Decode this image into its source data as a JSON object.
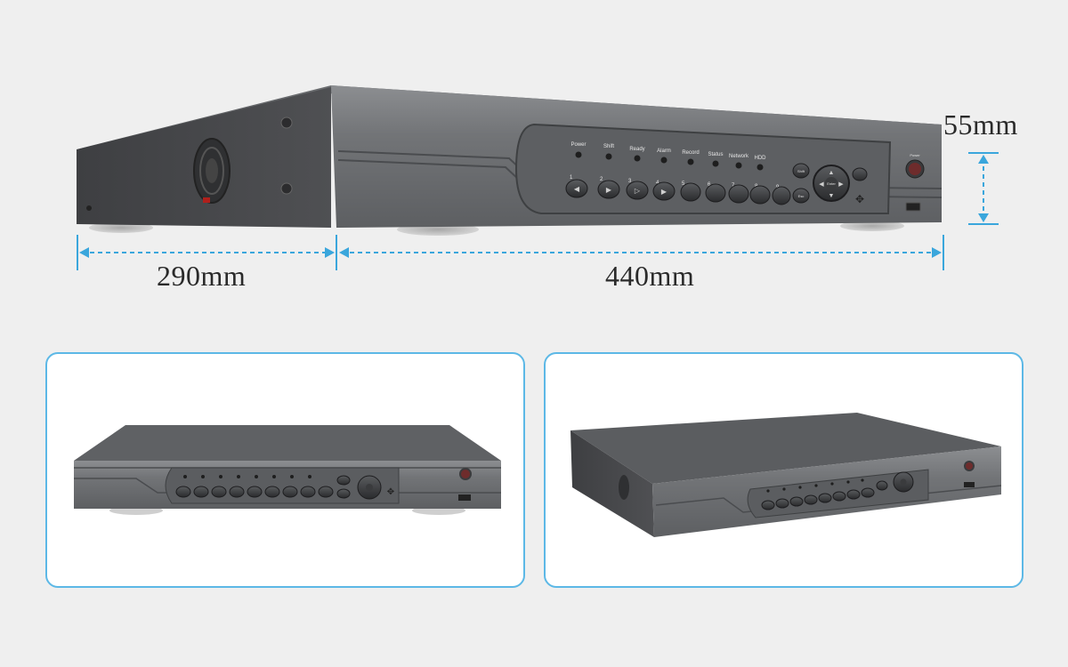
{
  "dimensions": {
    "height": "55mm",
    "depth": "290mm",
    "width": "440mm"
  },
  "front_panel": {
    "indicator_labels": [
      "Power",
      "Shift",
      "Ready",
      "Alarm",
      "Record",
      "Status",
      "Network",
      "HDD"
    ],
    "button_numbers": [
      "1",
      "2",
      "3",
      "4",
      "5",
      "6",
      "7",
      "8",
      "9"
    ],
    "shift_button": "Shift",
    "esc_button": "Esc",
    "enter_button": "Enter",
    "power_button": "Power"
  },
  "colors": {
    "accent": "#3aa6dc",
    "panel_border": "#5cb8e6",
    "device_gray": "#6b6d70"
  }
}
